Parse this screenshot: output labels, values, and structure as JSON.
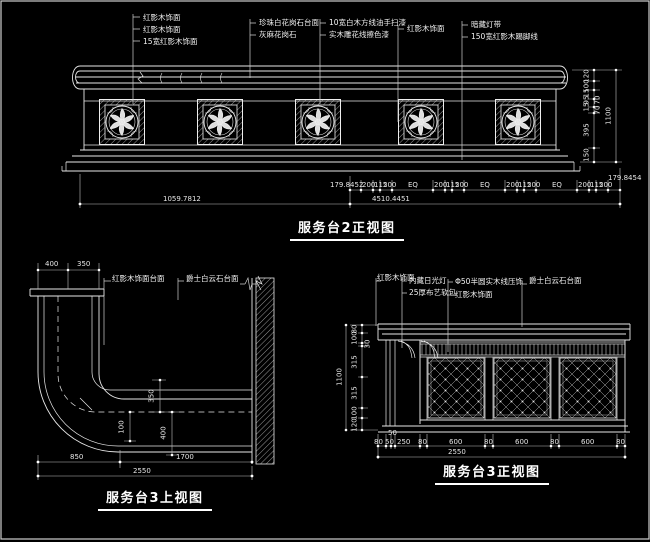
{
  "drawing": {
    "bg": "#000000",
    "line_color": "#e8e8e8",
    "views": {
      "view1": {
        "title": "服务台2正视图",
        "callouts": {
          "g1": [
            "红影木饰面",
            "红影木饰面",
            "15宽红影木饰面"
          ],
          "g2": [
            "珍珠白花岗石台面",
            "灰麻花岗石"
          ],
          "g3": [
            "10宽白木方线油手扫漆",
            "实木雕花线擦色漆"
          ],
          "g4": [
            "红影木饰面"
          ],
          "g5": [
            "暗藏灯带",
            "150宽红影木踢脚线"
          ]
        },
        "dims_bottom": [
          "179.8452",
          "200",
          "115",
          "200",
          "EQ",
          "200",
          "115",
          "200",
          "EQ",
          "200",
          "115",
          "200",
          "EQ",
          "200",
          "115",
          "200",
          "179.8454"
        ],
        "dim_total_left": "1059.7812",
        "dim_total_bottom": "4510.4451",
        "dims_right": [
          "120",
          "100",
          "15",
          "95",
          "15",
          "70",
          "70",
          "395",
          "150"
        ],
        "dim_total_right": "1100"
      },
      "view2": {
        "title": "服务台3上视图",
        "callouts": [
          "红影木饰面台面",
          "爵士白云石台面"
        ],
        "dims_top": [
          "400",
          "350"
        ],
        "dims_inner": [
          "350",
          "100",
          "400"
        ],
        "dims_bottom": [
          "850",
          "1700"
        ],
        "dim_total_bottom": "2550"
      },
      "view3": {
        "title": "服务台3正视图",
        "callouts": [
          "红影木饰面",
          "内藏日光灯",
          "25厚布艺软包",
          "Φ50半圆实木线压饰",
          "红影木饰面",
          "爵士白云石台面"
        ],
        "dims_left": [
          "80",
          "100",
          "30",
          "315",
          "315",
          "100",
          "120"
        ],
        "dim_total_left": "1100",
        "dims_bottom": [
          "80",
          "50",
          "50",
          "250",
          "80",
          "600",
          "80",
          "600",
          "80",
          "600",
          "80"
        ],
        "dim_total_bottom": "2550"
      }
    }
  }
}
